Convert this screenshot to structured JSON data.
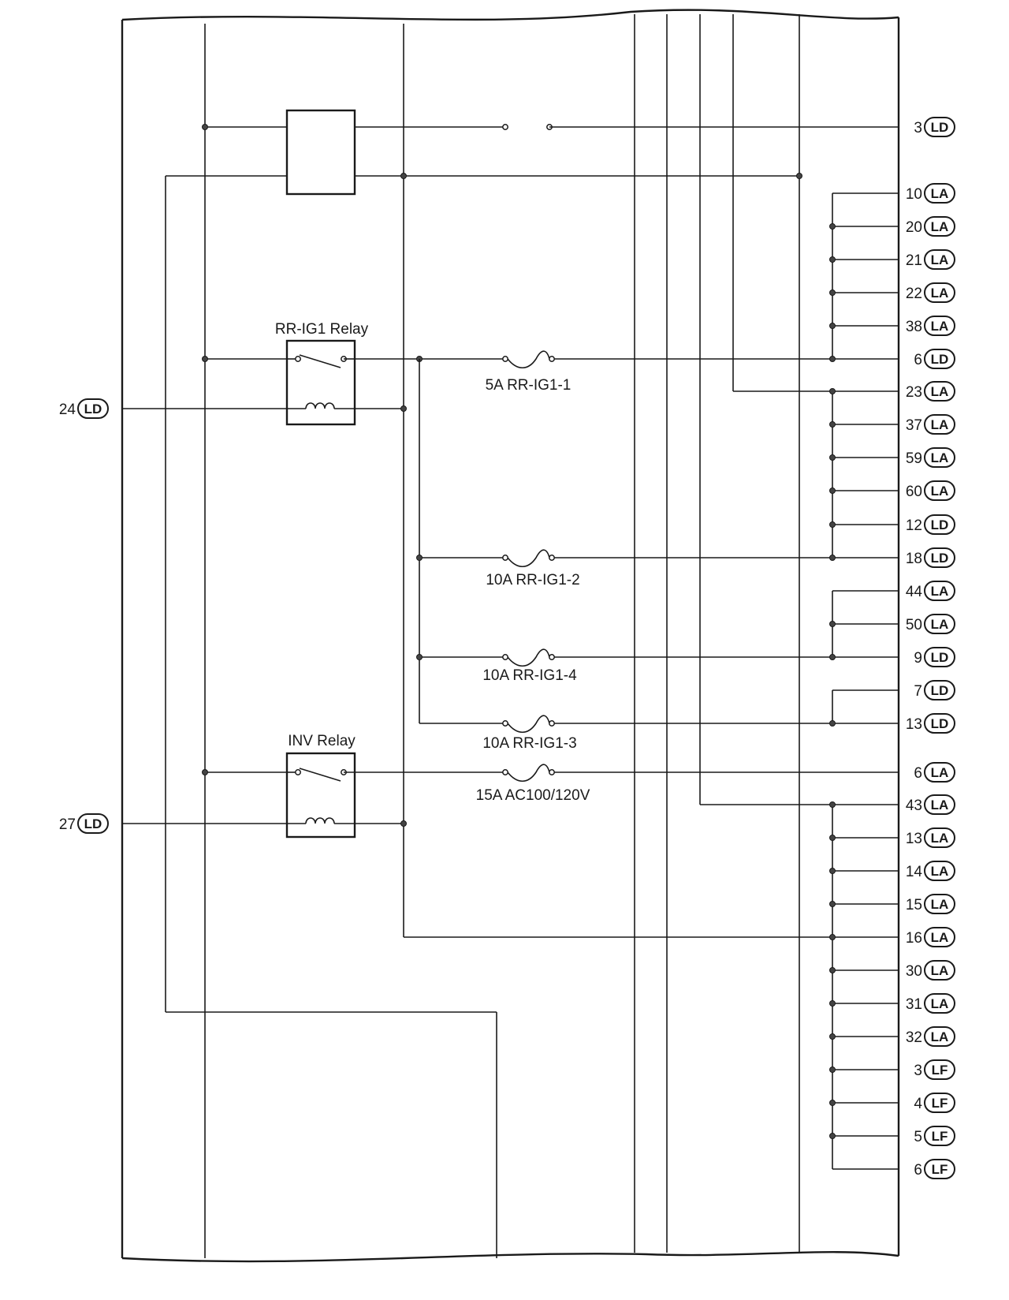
{
  "relays": {
    "rr_ig1": "RR-IG1 Relay",
    "inv": "INV Relay"
  },
  "fuses": {
    "rr_ig1_1": "5A RR-IG1-1",
    "rr_ig1_2": "10A RR-IG1-2",
    "rr_ig1_4": "10A RR-IG1-4",
    "rr_ig1_3": "10A RR-IG1-3",
    "ac": "15A AC100/120V"
  },
  "left_connectors": [
    {
      "pin": "24",
      "conn": "LD"
    },
    {
      "pin": "27",
      "conn": "LD"
    }
  ],
  "right_connectors": [
    {
      "pin": "3",
      "conn": "LD"
    },
    {
      "pin": "10",
      "conn": "LA"
    },
    {
      "pin": "20",
      "conn": "LA"
    },
    {
      "pin": "21",
      "conn": "LA"
    },
    {
      "pin": "22",
      "conn": "LA"
    },
    {
      "pin": "38",
      "conn": "LA"
    },
    {
      "pin": "6",
      "conn": "LD"
    },
    {
      "pin": "23",
      "conn": "LA"
    },
    {
      "pin": "37",
      "conn": "LA"
    },
    {
      "pin": "59",
      "conn": "LA"
    },
    {
      "pin": "60",
      "conn": "LA"
    },
    {
      "pin": "12",
      "conn": "LD"
    },
    {
      "pin": "18",
      "conn": "LD"
    },
    {
      "pin": "44",
      "conn": "LA"
    },
    {
      "pin": "50",
      "conn": "LA"
    },
    {
      "pin": "9",
      "conn": "LD"
    },
    {
      "pin": "7",
      "conn": "LD"
    },
    {
      "pin": "13",
      "conn": "LD"
    },
    {
      "pin": "6",
      "conn": "LA"
    },
    {
      "pin": "43",
      "conn": "LA"
    },
    {
      "pin": "13",
      "conn": "LA"
    },
    {
      "pin": "14",
      "conn": "LA"
    },
    {
      "pin": "15",
      "conn": "LA"
    },
    {
      "pin": "16",
      "conn": "LA"
    },
    {
      "pin": "30",
      "conn": "LA"
    },
    {
      "pin": "31",
      "conn": "LA"
    },
    {
      "pin": "32",
      "conn": "LA"
    },
    {
      "pin": "3",
      "conn": "LF"
    },
    {
      "pin": "4",
      "conn": "LF"
    },
    {
      "pin": "5",
      "conn": "LF"
    },
    {
      "pin": "6",
      "conn": "LF"
    }
  ]
}
